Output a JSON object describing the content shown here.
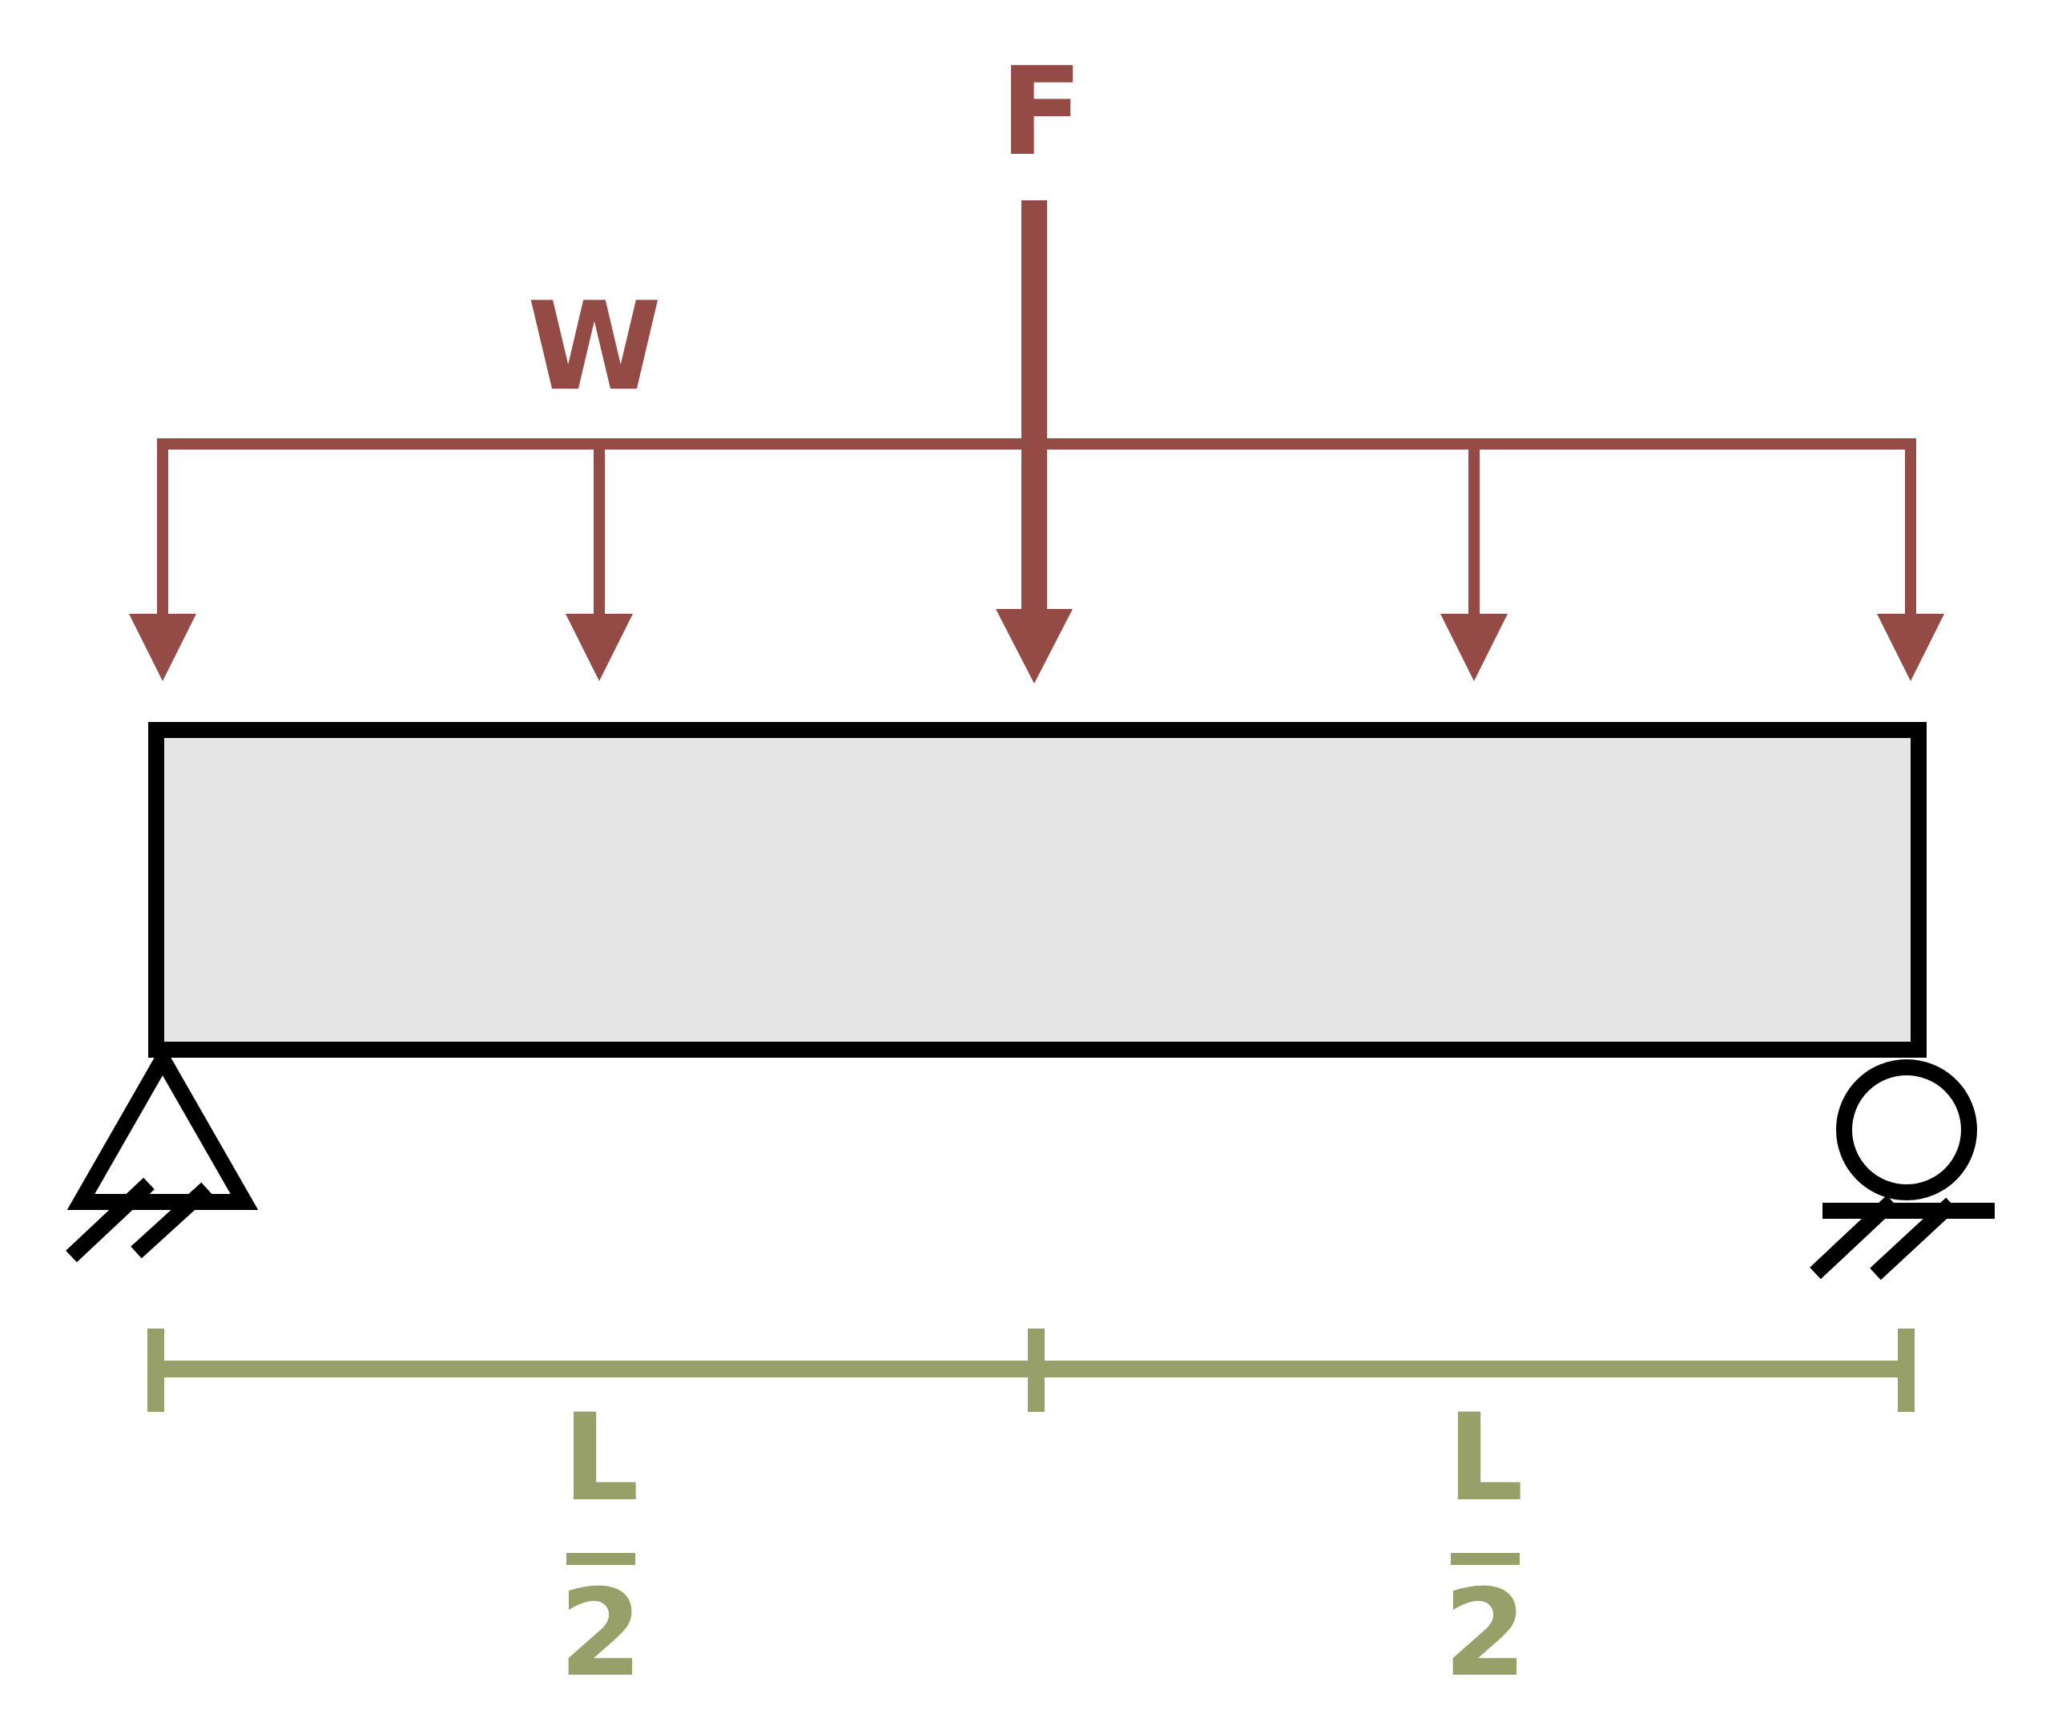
{
  "diagram": {
    "description": "Simply supported beam carrying a uniformly distributed load W and a central point load F, spans L/2 and L/2",
    "colors": {
      "load": "#944B45",
      "dimension": "#97A069",
      "beam_fill": "#E5E5E5",
      "beam_outline": "#000000",
      "support": "#000000",
      "background": "#FFFFFF"
    },
    "labels": {
      "point_load": "F",
      "distributed_load": "W",
      "left_span": {
        "numerator": "L",
        "denominator": "2"
      },
      "right_span": {
        "numerator": "L",
        "denominator": "2"
      }
    }
  }
}
